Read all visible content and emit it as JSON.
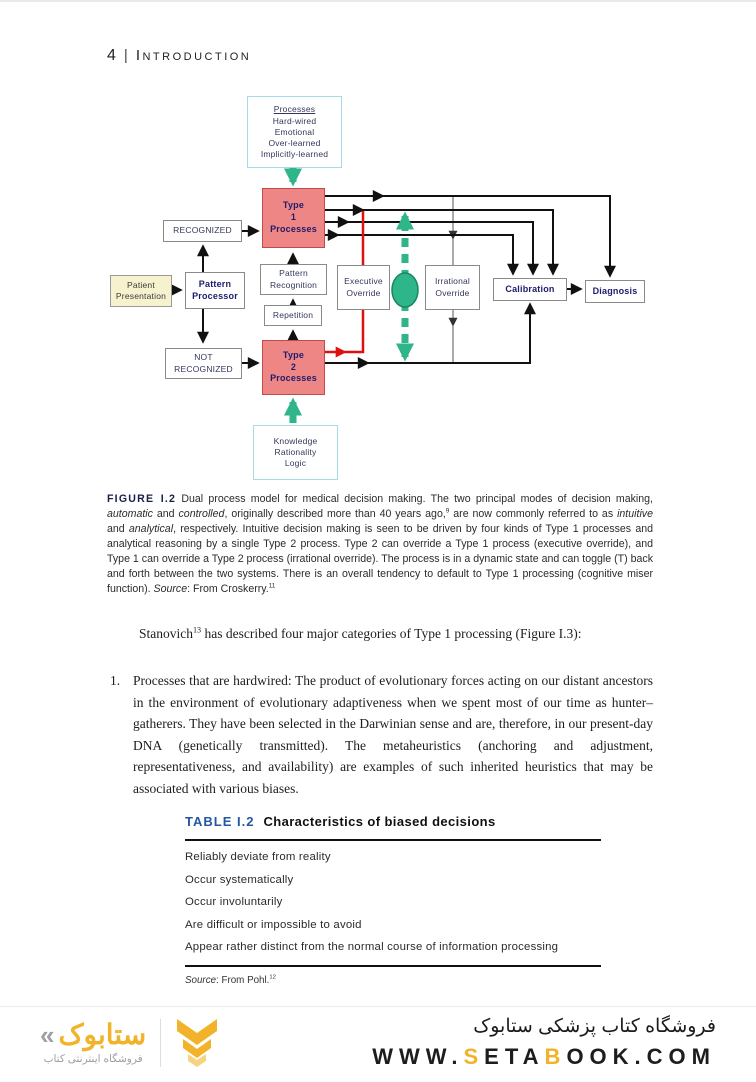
{
  "header": {
    "page_number": "4",
    "separator": "|",
    "title": "Introduction"
  },
  "figure": {
    "boxes": {
      "processes_title": "Processes",
      "processes_lines": [
        "Hard-wired",
        "Emotional",
        "Over-learned",
        "Implicitly-learned"
      ],
      "type1": [
        "Type",
        "1",
        "Processes"
      ],
      "recognized": "RECOGNIZED",
      "patient": [
        "Patient",
        "Presentation"
      ],
      "pattern_processor": [
        "Pattern",
        "Processor"
      ],
      "pattern_recognition": [
        "Pattern",
        "Recognition"
      ],
      "repetition": "Repetition",
      "not_recognized": [
        "NOT",
        "RECOGNIZED"
      ],
      "type2": [
        "Type",
        "2",
        "Processes"
      ],
      "knowledge": [
        "Knowledge",
        "Rationality",
        "Logic"
      ],
      "executive_override": [
        "Executive",
        "Override"
      ],
      "irrational_override": [
        "Irrational",
        "Override"
      ],
      "calibration": "Calibration",
      "diagnosis": "Diagnosis"
    },
    "colors": {
      "process_box_red": "#ee8686",
      "process_box_border": "#c34a4a",
      "toggle_green": "#2eb58a",
      "patient_yellow": "#f6f2cd",
      "hardwired_blue_border": "#a6d9ea",
      "navy_text": "#1c1c6b",
      "override_red_arrow": "#e01010"
    }
  },
  "caption": {
    "segments": [
      {
        "t": "FIGURE I.2",
        "cls": "figlbl"
      },
      {
        "t": "  Dual process model for medical decision making. The two principal modes of decision making, "
      },
      {
        "t": "automatic",
        "i": true
      },
      {
        "t": " and "
      },
      {
        "t": "controlled",
        "i": true
      },
      {
        "t": ", originally described more than 40 years ago,"
      },
      {
        "t": "9",
        "sup": true
      },
      {
        "t": " are now commonly referred to as "
      },
      {
        "t": "intuitive",
        "i": true
      },
      {
        "t": " and "
      },
      {
        "t": "analytical",
        "i": true
      },
      {
        "t": ", respectively. Intuitive decision making is seen to be driven by four kinds of Type 1 processes and analytical reasoning by a single Type 2 process. Type 2 can override a Type 1 process (executive override), and Type 1 can override a Type 2 process (irrational override). The process is in a dynamic state and can toggle (T) back and forth between the two systems. There is an overall tendency to default to Type 1 processing (cognitive miser function). "
      },
      {
        "t": "Source",
        "i": true
      },
      {
        "t": ": From Croskerry."
      },
      {
        "t": "11",
        "sup": true
      }
    ]
  },
  "paragraph": {
    "segments": [
      {
        "t": "Stanovich"
      },
      {
        "t": "13",
        "sup": true
      },
      {
        "t": " has described four major categories of Type 1 processing (Figure I.3):"
      }
    ]
  },
  "list_item": {
    "number": "1.",
    "segments": [
      {
        "t": "Processes that are hardwired: The product of evolutionary forces acting on our distant ancestors in the environment of evolutionary adaptiveness when we spent most of our time as hunter–gatherers. They have been selected in the Darwinian sense and are, therefore, in our present-day DNA (genetically transmitted). The metaheuristics (anchoring and adjustment, representativeness, and availability) are examples of such inherited heuristics that may be associated with various biases."
      }
    ]
  },
  "table": {
    "label": "TABLE I.2",
    "title": "Characteristics of biased decisions",
    "rows": [
      "Reliably deviate from reality",
      "Occur systematically",
      "Occur involuntarily",
      "Are difficult or impossible to avoid",
      "Appear rather distinct from the normal course of information processing"
    ],
    "source_segments": [
      {
        "t": "Source",
        "i": true
      },
      {
        "t": ": From Pohl."
      },
      {
        "t": "12",
        "sup": true
      }
    ]
  },
  "footer": {
    "logo": {
      "chevron_mark": "«",
      "wordmark": "ستابوک",
      "caption": "فروشگاه اینترنتی کتاب"
    },
    "tagline": "فروشگاه کتاب پزشکی ستابوک",
    "url_segments": [
      {
        "t": "WWW."
      },
      {
        "t": "S",
        "cls": "y"
      },
      {
        "t": "ETA"
      },
      {
        "t": "B",
        "cls": "y"
      },
      {
        "t": "OOK.COM"
      }
    ],
    "accent_color": "#f2b32a"
  }
}
